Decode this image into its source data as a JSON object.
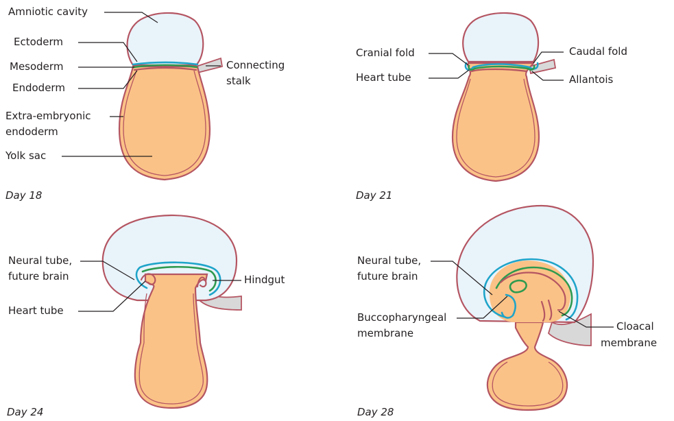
{
  "colors": {
    "amniotic_cavity": "#e9f3fa",
    "yolk_sac": "#fbc287",
    "ectoderm": "#1fa4c9",
    "mesoderm": "#2e9a4f",
    "endoderm": "#b45562",
    "connecting_stalk": "#d8d8d8"
  },
  "panels": [
    {
      "day": "Day 18",
      "labels": {
        "amniotic_cavity": "Amniotic cavity",
        "ectoderm": "Ectoderm",
        "mesoderm": "Mesoderm",
        "endoderm": "Endoderm",
        "extra_embryonic_1": "Extra-embryonic",
        "extra_embryonic_2": "endoderm",
        "yolk_sac": "Yolk sac",
        "connecting_1": "Connecting",
        "connecting_2": "stalk"
      }
    },
    {
      "day": "Day 21",
      "labels": {
        "cranial_fold": "Cranial fold",
        "heart_tube": "Heart tube",
        "caudal_fold": "Caudal fold",
        "allantois": "Allantois"
      }
    },
    {
      "day": "Day 24",
      "labels": {
        "neural_tube_1": "Neural tube,",
        "neural_tube_2": "future brain",
        "heart_tube": "Heart tube",
        "hindgut": "Hindgut"
      }
    },
    {
      "day": "Day 28",
      "labels": {
        "neural_tube_1": "Neural tube,",
        "neural_tube_2": "future brain",
        "bucco_1": "Buccopharyngeal",
        "bucco_2": "membrane",
        "cloacal_1": "Cloacal",
        "cloacal_2": "membrane"
      }
    }
  ]
}
